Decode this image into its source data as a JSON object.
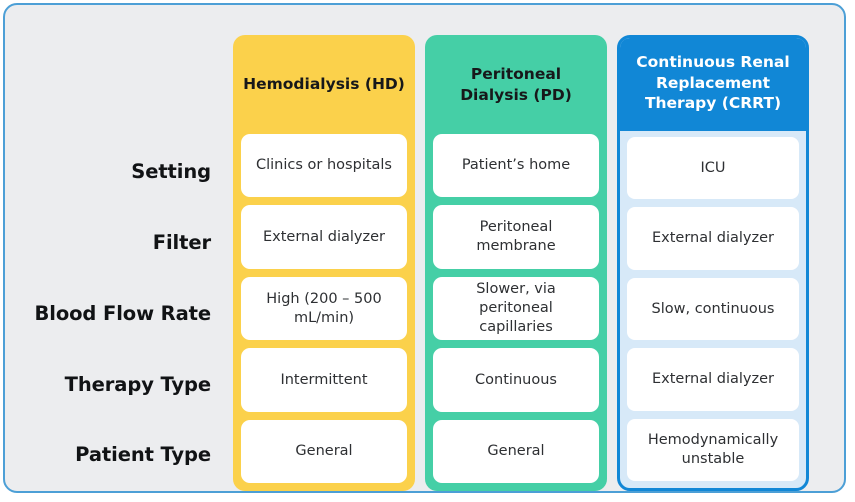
{
  "frame": {
    "background_color": "#ecedef",
    "border_color": "#4c9fd6"
  },
  "row_labels": [
    "Setting",
    "Filter",
    "Blood Flow Rate",
    "Therapy Type",
    "Patient Type"
  ],
  "columns": [
    {
      "id": "hd",
      "header": "Hemodialysis (HD)",
      "accent_color": "#fbd14b",
      "header_text_color": "#17181a",
      "cells": [
        "Clinics or hospitals",
        "External dialyzer",
        "High (200 – 500 mL/min)",
        "Intermittent",
        "General"
      ]
    },
    {
      "id": "pd",
      "header": "Peritoneal Dialysis (PD)",
      "accent_color": "#45cfa6",
      "header_text_color": "#17181a",
      "cells": [
        "Patient’s home",
        "Peritoneal membrane",
        "Slower, via peritoneal capillaries",
        "Continuous",
        "General"
      ]
    },
    {
      "id": "crrt",
      "header": "Continuous Renal Replacement Therapy (CRRT)",
      "accent_color": "#1187d6",
      "body_color": "#d7e9f8",
      "header_text_color": "#ffffff",
      "cells": [
        "ICU",
        "External dialyzer",
        "Slow, continuous",
        "External dialyzer",
        "Hemodynamically unstable"
      ]
    }
  ]
}
